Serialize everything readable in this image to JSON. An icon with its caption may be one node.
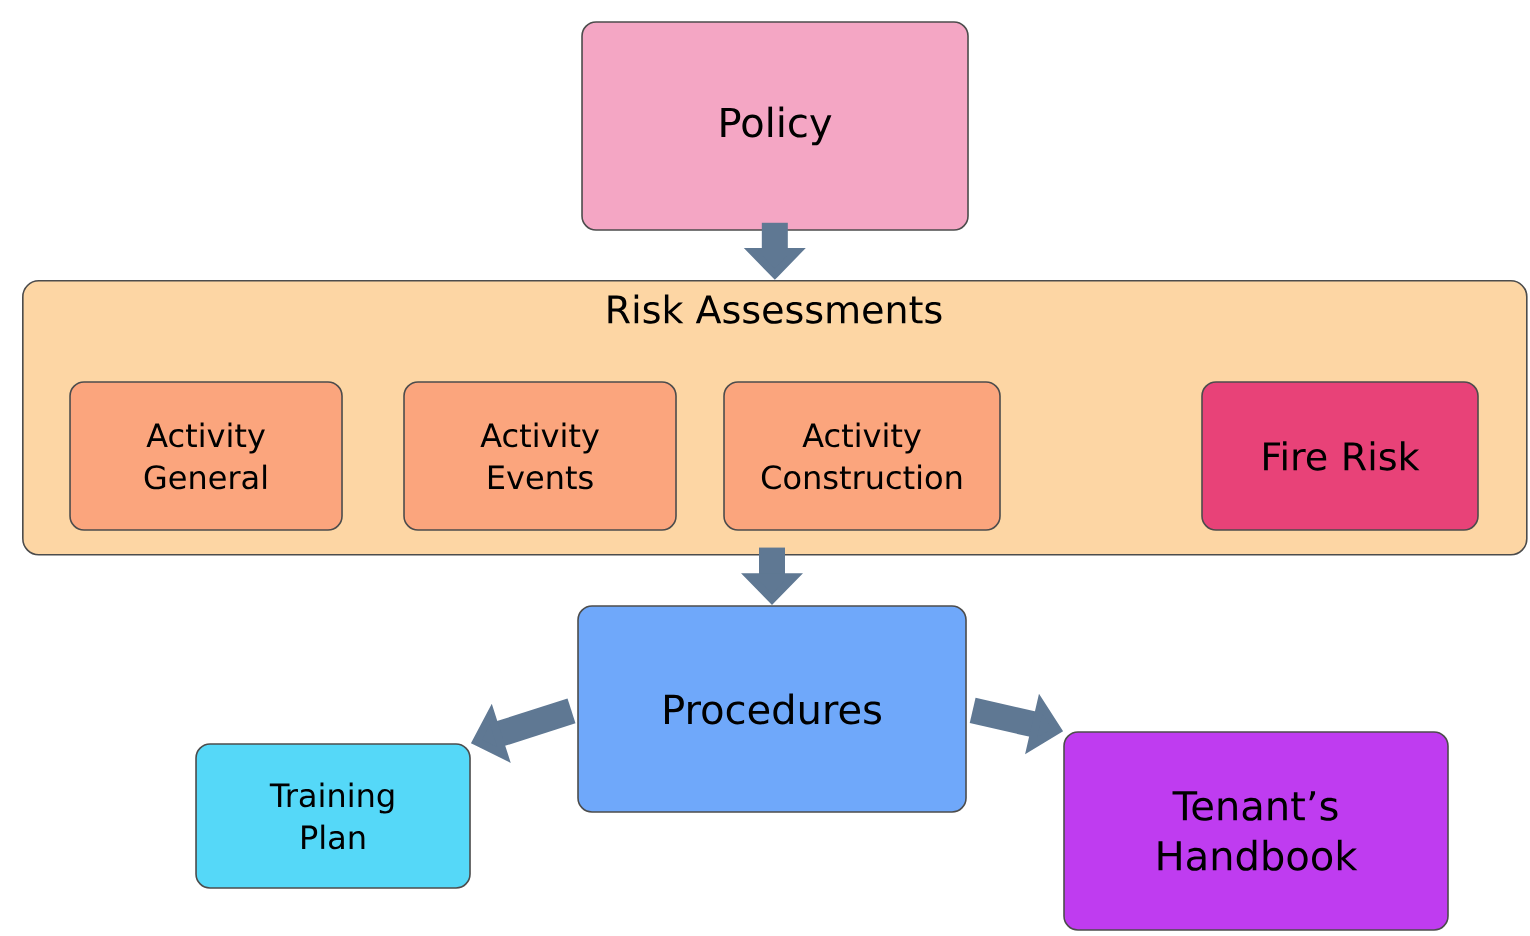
{
  "diagram": {
    "nodes": [
      {
        "text": [
          "Policy"
        ]
      },
      {
        "text": [
          "Risk Assessments"
        ]
      },
      {
        "text": [
          "Activity General"
        ],
        "in": 1
      },
      {
        "text": [
          "Activity Events"
        ],
        "in": 1
      },
      {
        "text": [
          "Activity Construction"
        ],
        "in": 1
      },
      {
        "text": [
          "Fire Risk"
        ],
        "in": 1
      },
      {
        "text": [
          "Procedures"
        ]
      },
      {
        "text": [
          "Training Plan"
        ]
      },
      {
        "text": [
          "Tenant’s Handbook"
        ]
      }
    ],
    "edges": [
      {
        "from": 0,
        "to": 1,
        "arrow": "to"
      },
      {
        "from": 1,
        "to": 6,
        "arrow": "to"
      },
      {
        "from": 6,
        "to": 7,
        "arrow": "to"
      },
      {
        "from": 6,
        "to": 8,
        "arrow": "to"
      }
    ]
  }
}
